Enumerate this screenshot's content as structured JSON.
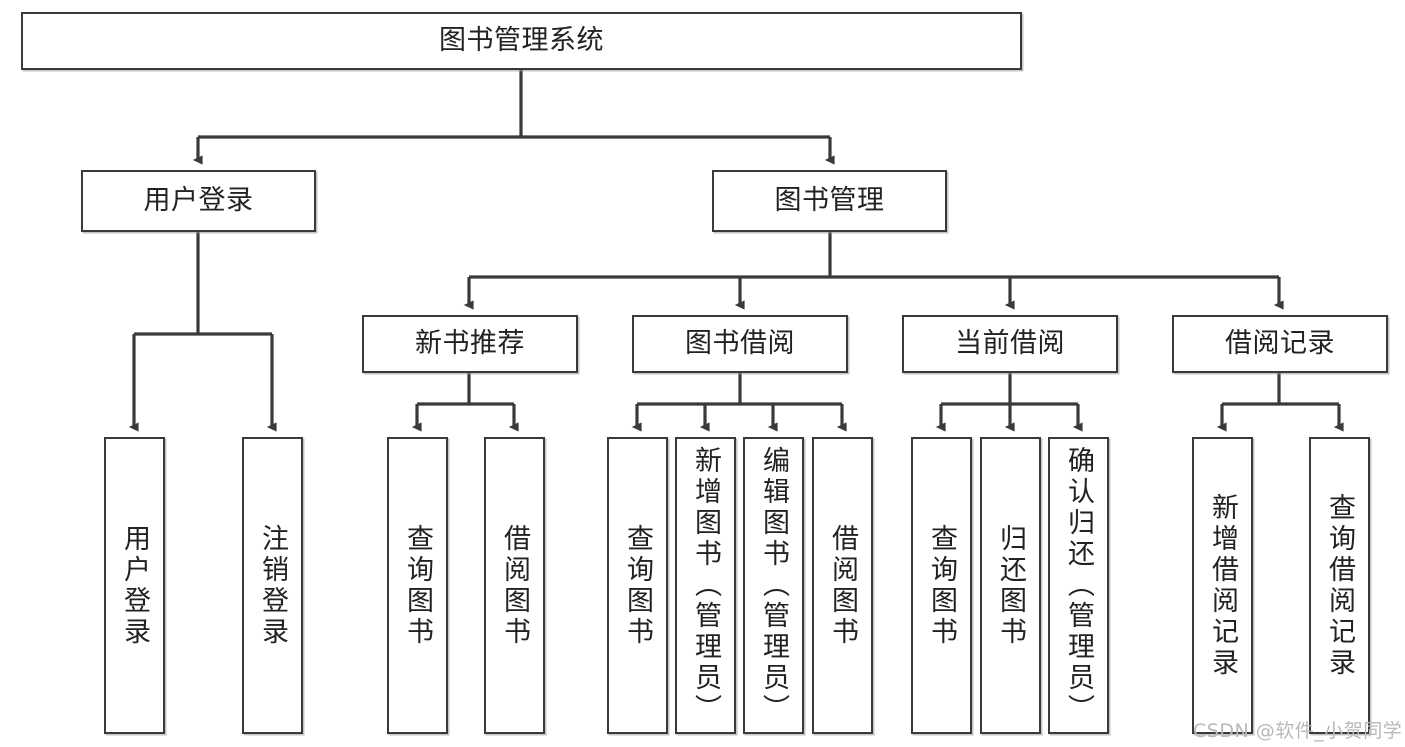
{
  "diagram": {
    "title": "图书管理系统",
    "type": "functional-structure-tree",
    "root": {
      "label": "图书管理系统"
    },
    "level1": [
      {
        "id": "user-login",
        "label": "用户登录"
      },
      {
        "id": "book-management",
        "label": "图书管理"
      }
    ],
    "level2": [
      {
        "id": "new-book-recommend",
        "label": "新书推荐",
        "parent": "book-management"
      },
      {
        "id": "book-borrow",
        "label": "图书借阅",
        "parent": "book-management"
      },
      {
        "id": "current-borrow",
        "label": "当前借阅",
        "parent": "book-management"
      },
      {
        "id": "borrow-record",
        "label": "借阅记录",
        "parent": "book-management"
      }
    ],
    "leaves": [
      {
        "id": "leaf-user-login",
        "label": "用户登录",
        "parent": "user-login"
      },
      {
        "id": "leaf-logout-login",
        "label": "注销登录",
        "parent": "user-login"
      },
      {
        "id": "leaf-query-books-1",
        "label": "查询图书",
        "parent": "new-book-recommend"
      },
      {
        "id": "leaf-borrow-books-1",
        "label": "借阅图书",
        "parent": "new-book-recommend"
      },
      {
        "id": "leaf-query-books-2",
        "label": "查询图书",
        "parent": "book-borrow"
      },
      {
        "id": "leaf-add-book-admin",
        "label": "新增图书（管理员）",
        "parent": "book-borrow"
      },
      {
        "id": "leaf-edit-book-admin",
        "label": "编辑图书（管理员）",
        "parent": "book-borrow"
      },
      {
        "id": "leaf-borrow-books-2",
        "label": "借阅图书",
        "parent": "book-borrow"
      },
      {
        "id": "leaf-query-books-3",
        "label": "查询图书",
        "parent": "current-borrow"
      },
      {
        "id": "leaf-return-books",
        "label": "归还图书",
        "parent": "current-borrow"
      },
      {
        "id": "leaf-confirm-return-admin",
        "label": "确认归还（管理员）",
        "parent": "current-borrow"
      },
      {
        "id": "leaf-add-borrow-record",
        "label": "新增借阅记录",
        "parent": "borrow-record"
      },
      {
        "id": "leaf-query-borrow-record",
        "label": "查询借阅记录",
        "parent": "borrow-record"
      }
    ],
    "watermark": "CSDN @软件_小贺同学",
    "colors": {
      "background": "#ffffff",
      "box_border": "#3a3a3a",
      "text": "#222222",
      "connector": "#3a3a3a",
      "watermark": "#b9b9b9"
    }
  }
}
